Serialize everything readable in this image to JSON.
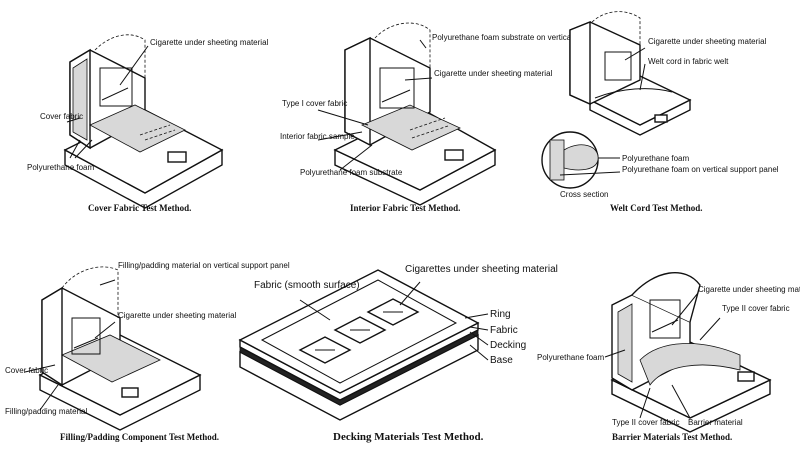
{
  "panels": [
    {
      "caption": "Cover Fabric Test Method.",
      "labels": [
        "Cigarette under sheeting material",
        "Cover fabric",
        "Polyurethane foam"
      ]
    },
    {
      "caption": "Interior Fabric Test Method.",
      "labels": [
        "Polyurethane foam substrate on vertical support",
        "Cigarette under sheeting material",
        "Type I cover fabric",
        "Interior fabric sample",
        "Polyurethane foam substrate"
      ]
    },
    {
      "caption": "Welt Cord Test Method.",
      "labels": [
        "Cigarette under sheeting material",
        "Welt cord in fabric welt",
        "Polyurethane foam",
        "Polyurethane foam on vertical support panel",
        "Cross section"
      ]
    },
    {
      "caption": "Filling/Padding Component Test Method.",
      "labels": [
        "Filling/padding material on vertical support panel",
        "Cigarette under sheeting material",
        "Cover fabric",
        "Filling/padding material"
      ]
    },
    {
      "caption": "Decking Materials Test Method.",
      "labels": [
        "Fabric (smooth surface)",
        "Cigarettes under sheeting material",
        "Ring",
        "Fabric",
        "Decking",
        "Base"
      ]
    },
    {
      "caption": "Barrier Materials Test Method.",
      "labels": [
        "Cigarette under sheeting material",
        "Type II cover fabric",
        "Polyurethane foam",
        "Type II cover fabric",
        "Barrier material"
      ]
    }
  ]
}
